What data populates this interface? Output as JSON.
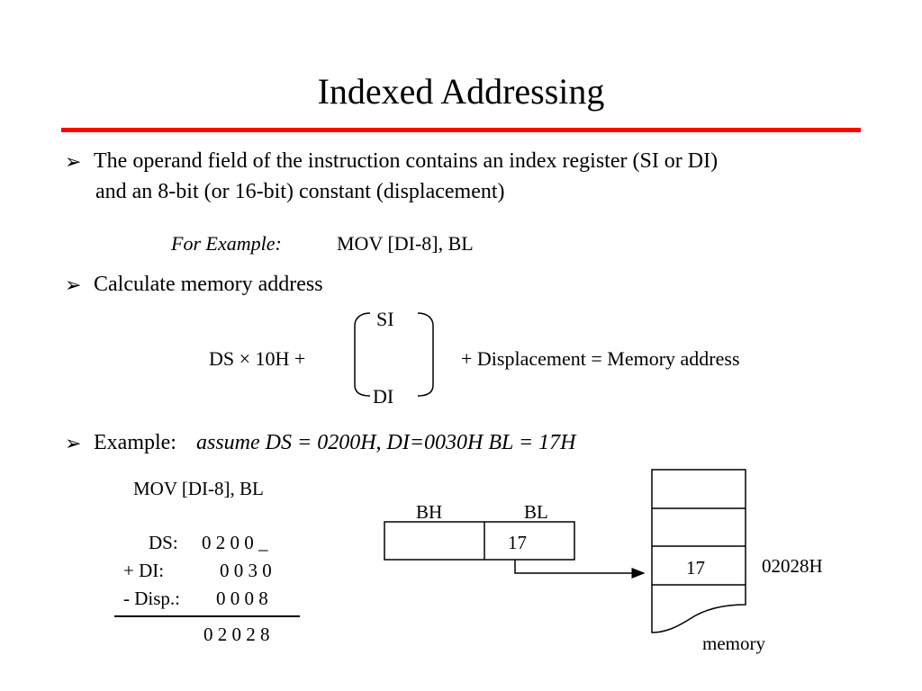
{
  "title": "Indexed Addressing",
  "bullet_glyph": "➢",
  "bullet1": {
    "line1": "The operand field of the instruction contains an index register (SI or DI)",
    "line2": "and an 8-bit (or 16-bit) constant (displacement)"
  },
  "example1": {
    "label": "For Example:",
    "code": "MOV [DI-8], BL"
  },
  "bullet2": {
    "text": "Calculate memory address"
  },
  "formula": {
    "left": "DS × 10H  +",
    "option_top": "SI",
    "option_bottom": "DI",
    "right": "+ Displacement  =  Memory address"
  },
  "bullet3": {
    "prefix": "Example:",
    "assumption": "assume DS = 0200H, DI=0030H BL = 17H"
  },
  "calculation": {
    "instruction": "MOV [DI-8], BL",
    "rows": [
      {
        "label": "DS:",
        "value": "0 2 0 0  _"
      },
      {
        "label": "+  DI:",
        "value": "0 0 3  0"
      },
      {
        "label": "-  Disp.:",
        "value": "0  0 0  8"
      }
    ],
    "result": "0 2  0 2 8"
  },
  "registers": {
    "bh_label": "BH",
    "bl_label": "BL",
    "bh_value": "",
    "bl_value": "17"
  },
  "memory": {
    "cell_value": "17",
    "address": "02028H",
    "caption": "memory"
  }
}
